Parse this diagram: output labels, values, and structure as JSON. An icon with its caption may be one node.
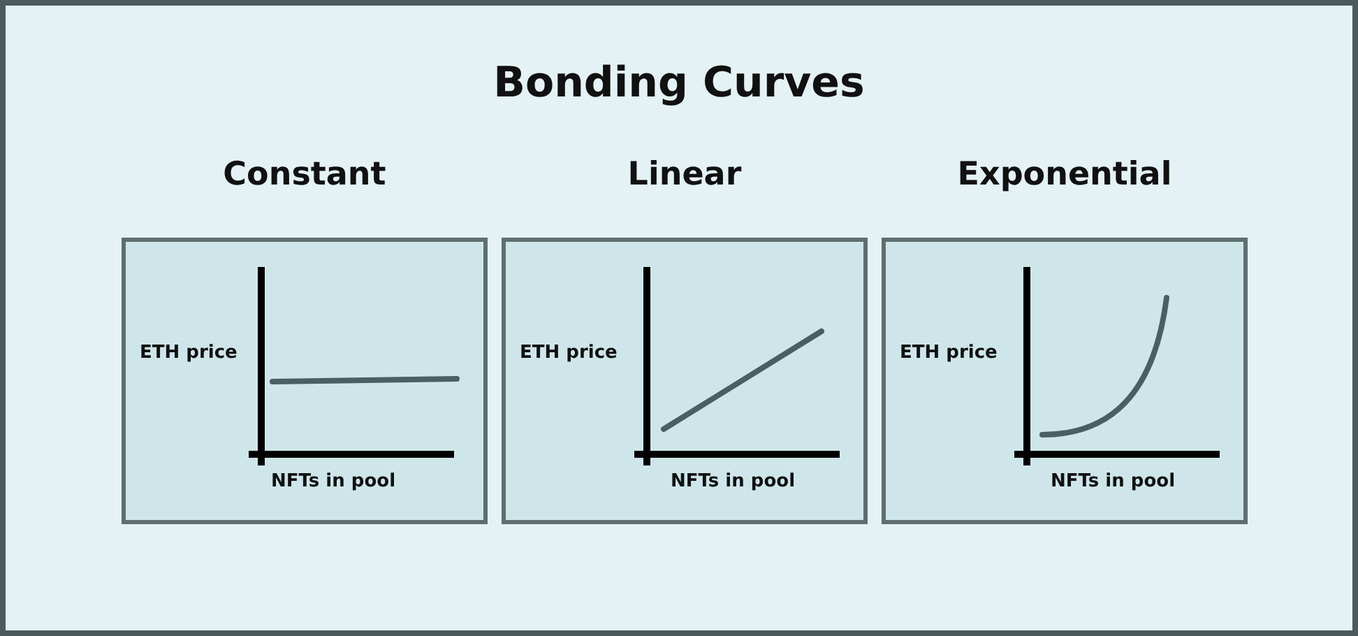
{
  "diagram": {
    "title": "Bonding Curves",
    "nodes": [
      {
        "text": [
          "Constant",
          "ETH price",
          "NFTs in pool"
        ]
      },
      {
        "text": [
          "Linear",
          "ETH price",
          "NFTs in pool"
        ]
      },
      {
        "text": [
          "Exponential",
          "ETH price",
          "NFTs in pool"
        ]
      }
    ]
  }
}
